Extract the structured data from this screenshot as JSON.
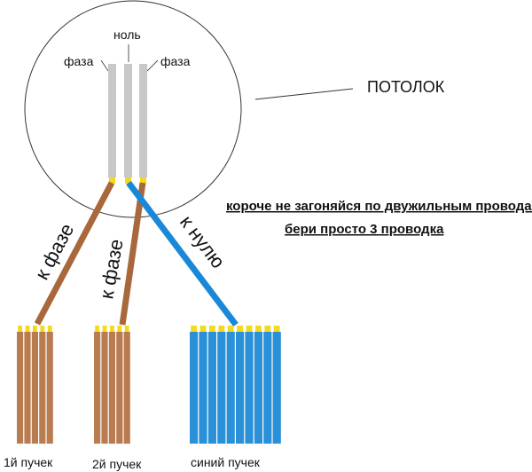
{
  "ceiling": {
    "label": "ПОТОЛОК",
    "wire_labels": {
      "left": "фаза",
      "center": "ноль",
      "right": "фаза"
    }
  },
  "note": {
    "line1": "короче не загоняйся по двужильным проводам,",
    "line2": "бери просто 3 проводка"
  },
  "wires": {
    "phase1": "к фазе",
    "phase2": "к фазе",
    "neutral": "к нулю"
  },
  "bundles": [
    {
      "label": "1й пучек",
      "color": "#b97b50",
      "wire_count": 5
    },
    {
      "label": "2й пучек",
      "color": "#b97b50",
      "wire_count": 5
    },
    {
      "label": "синий пучек",
      "color": "#2a90d8",
      "wire_count": 10
    }
  ],
  "colors": {
    "phase_wire": "#a8683b",
    "neutral_wire": "#1a88d9",
    "ceiling_wire": "#c8c8c8",
    "terminal": "#f3da1c"
  }
}
